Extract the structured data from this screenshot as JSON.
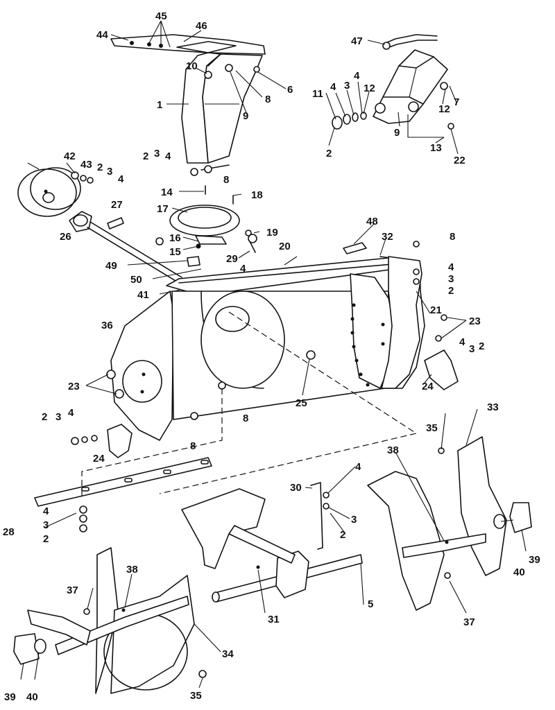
{
  "diagram": {
    "callouts": [
      "44",
      "45",
      "46",
      "47",
      "10",
      "1",
      "6",
      "8",
      "9",
      "11",
      "4",
      "3",
      "12",
      "7",
      "2",
      "13",
      "22",
      "42",
      "43",
      "27",
      "26",
      "14",
      "18",
      "17",
      "16",
      "15",
      "29",
      "19",
      "48",
      "32",
      "20",
      "49",
      "50",
      "41",
      "36",
      "21",
      "23",
      "25",
      "24",
      "28",
      "30",
      "5",
      "31",
      "33",
      "35",
      "38",
      "37",
      "39",
      "40",
      "34"
    ]
  }
}
